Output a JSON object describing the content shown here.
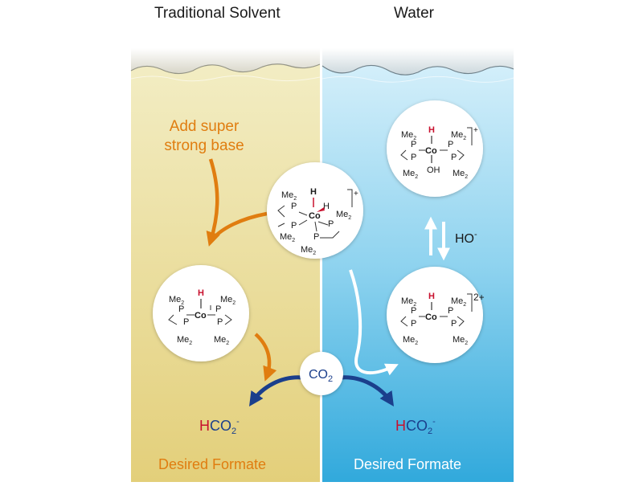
{
  "panels": {
    "left_title": "Traditional Solvent",
    "right_title": "Water",
    "left_footer": "Desired Formate",
    "right_footer": "Desired Formate"
  },
  "labels": {
    "add_base_line1": "Add super",
    "add_base_line2": "strong base",
    "co2": "CO",
    "co2_sub": "2",
    "hydroxide": "HO",
    "hydroxide_sup": "-"
  },
  "products": {
    "formate_h": "H",
    "formate_rest": "CO",
    "formate_sub": "2",
    "formate_sup": "-"
  },
  "complexes": {
    "center": {
      "charge": "+"
    },
    "left": {
      "charge": ""
    },
    "right_top": {
      "charge": "+"
    },
    "right_bottom": {
      "charge": "2+"
    }
  },
  "atoms": {
    "h": "H",
    "co": "Co",
    "p": "P",
    "me": "Me",
    "me_sub": "2",
    "oh": "OH"
  },
  "colors": {
    "orange": "#e07d10",
    "navy": "#1b3f8c",
    "hydride_red": "#c8102e",
    "left_bg_top": "#f2ecbc",
    "left_bg_bottom": "#e3cf7a",
    "right_bg_top": "#d6f0fa",
    "right_bg_bottom": "#34aee0"
  }
}
